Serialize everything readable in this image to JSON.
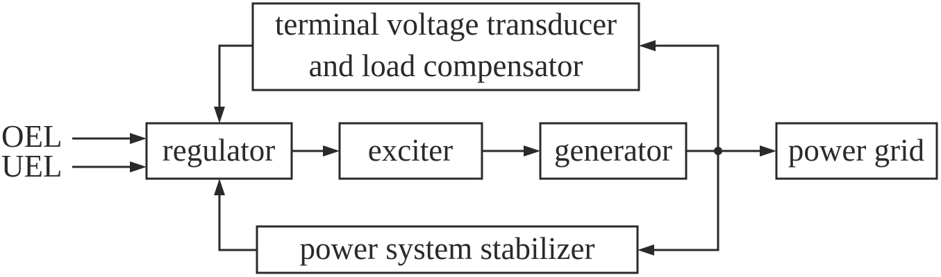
{
  "blocks": {
    "transducer_line1": "terminal voltage transducer",
    "transducer_line2": "and load compensator",
    "regulator": "regulator",
    "exciter": "exciter",
    "generator": "generator",
    "power_grid": "power grid",
    "stabilizer": "power system stabilizer"
  },
  "inputs": {
    "oel": "OEL",
    "uel": "UEL"
  }
}
